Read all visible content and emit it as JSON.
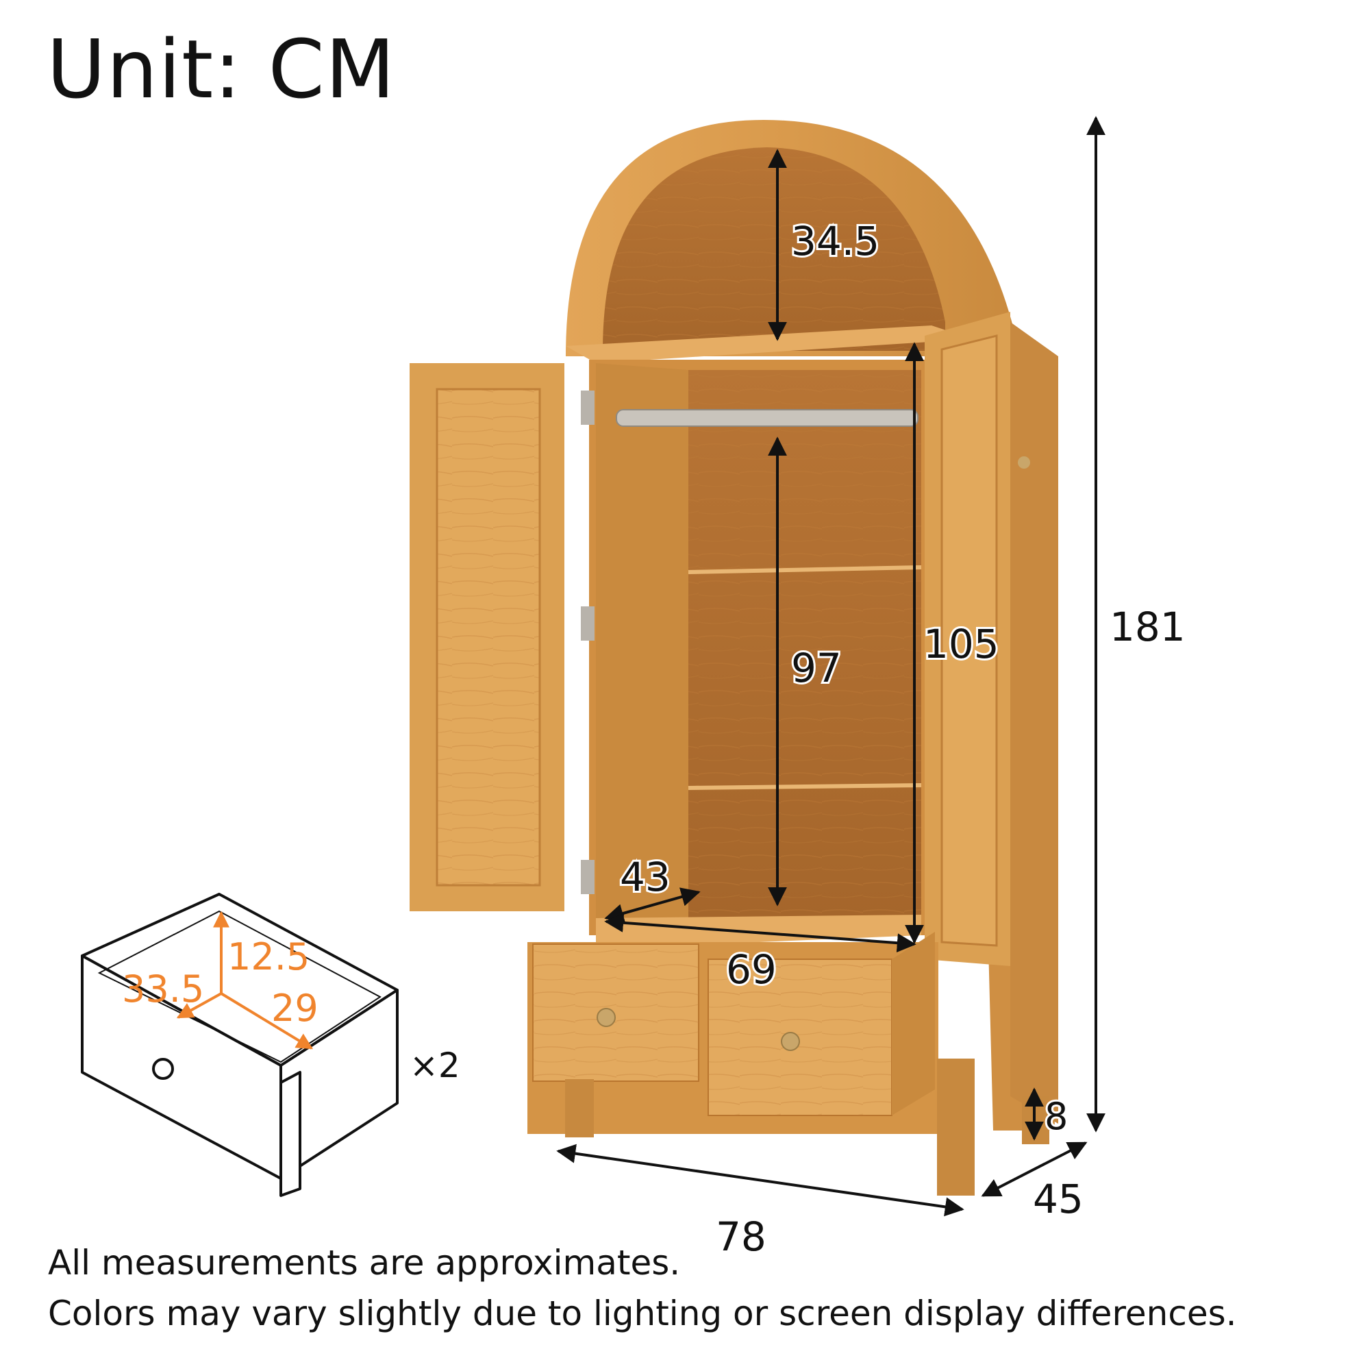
{
  "title": "Unit: CM",
  "notes": {
    "line1": "All measurements are approximates.",
    "line2": "Colors may vary slightly due to lighting or screen display differences."
  },
  "dimensions": {
    "top_arch_height": "34.5",
    "hanging_height": "97",
    "interior_height": "105",
    "total_height": "181",
    "interior_depth": "43",
    "interior_width": "69",
    "leg_height": "8",
    "width": "78",
    "depth": "45"
  },
  "drawer": {
    "height": "12.5",
    "width": "33.5",
    "depth": "29",
    "quantity": "×2"
  },
  "colors": {
    "wood": "#d99a4c",
    "wood_light": "#e8b06a",
    "wood_dark": "#b9762f",
    "dimension_line": "#111111",
    "drawer_dimension": "#f0842d"
  }
}
